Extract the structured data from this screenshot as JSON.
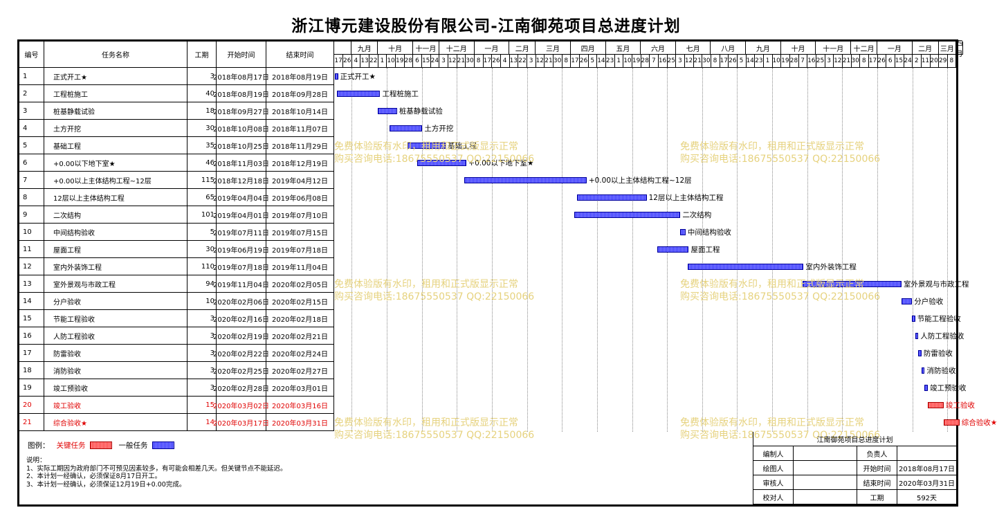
{
  "title": "浙江博元建设股份有限公司-江南御苑项目总进度计划",
  "headers": {
    "num": "编号",
    "name": "任务名称",
    "duration": "工期",
    "start": "开始时间",
    "end": "结束时间"
  },
  "months": [
    "九月",
    "十月",
    "十一月",
    "十二月",
    "一月",
    "二月",
    "三月",
    "四月",
    "五月",
    "六月",
    "七月",
    "八月",
    "九月",
    "十月",
    "十一月",
    "十二月",
    "一月",
    "二月",
    "三月",
    "四月"
  ],
  "days": [
    "17",
    "26",
    "4",
    "13",
    "22",
    "1",
    "10",
    "19",
    "28",
    "6",
    "15",
    "24",
    "3",
    "12",
    "21",
    "30",
    "8",
    "17",
    "26",
    "4",
    "13",
    "22",
    "3",
    "12",
    "21",
    "30",
    "8",
    "17",
    "26",
    "5",
    "14",
    "23",
    "1",
    "10",
    "19",
    "28",
    "7",
    "16",
    "25",
    "3",
    "12",
    "21",
    "30",
    "8",
    "17",
    "26",
    "5",
    "14",
    "23",
    "1",
    "10",
    "19",
    "28",
    "7",
    "16",
    "25",
    "3",
    "12",
    "21",
    "30",
    "8",
    "17",
    "26",
    "6",
    "15",
    "24",
    "2",
    "11",
    "20",
    "29",
    "8"
  ],
  "tasks": [
    {
      "num": "1",
      "name": "正式开工★",
      "duration": "3",
      "start": "2018年08月17日",
      "end": "2018年08月19日",
      "critical": false
    },
    {
      "num": "2",
      "name": "工程桩施工",
      "duration": "40",
      "start": "2018年08月19日",
      "end": "2018年09月28日",
      "critical": false
    },
    {
      "num": "3",
      "name": "桩基静载试验",
      "duration": "18",
      "start": "2018年09月27日",
      "end": "2018年10月14日",
      "critical": false
    },
    {
      "num": "4",
      "name": "土方开挖",
      "duration": "30",
      "start": "2018年10月08日",
      "end": "2018年11月07日",
      "critical": false
    },
    {
      "num": "5",
      "name": "基础工程",
      "duration": "35",
      "start": "2018年10月25日",
      "end": "2018年11月29日",
      "critical": false
    },
    {
      "num": "6",
      "name": "+0.00以下地下室★",
      "duration": "46",
      "start": "2018年11月03日",
      "end": "2018年12月19日",
      "critical": false
    },
    {
      "num": "7",
      "name": "+0.00以上主体结构工程~12层",
      "duration": "115",
      "start": "2018年12月18日",
      "end": "2019年04月12日",
      "critical": false
    },
    {
      "num": "8",
      "name": "12层以上主体结构工程",
      "duration": "65",
      "start": "2019年04月04日",
      "end": "2019年06月08日",
      "critical": false
    },
    {
      "num": "9",
      "name": "二次结构",
      "duration": "101",
      "start": "2019年04月01日",
      "end": "2019年07月10日",
      "critical": false
    },
    {
      "num": "10",
      "name": "中间结构验收",
      "duration": "5",
      "start": "2019年07月11日",
      "end": "2019年07月15日",
      "critical": false
    },
    {
      "num": "11",
      "name": "屋面工程",
      "duration": "30",
      "start": "2019年06月19日",
      "end": "2019年07月18日",
      "critical": false
    },
    {
      "num": "12",
      "name": "室内外装饰工程",
      "duration": "110",
      "start": "2019年07月18日",
      "end": "2019年11月04日",
      "critical": false
    },
    {
      "num": "13",
      "name": "室外景观与市政工程",
      "duration": "94",
      "start": "2019年11月04日",
      "end": "2020年02月05日",
      "critical": false
    },
    {
      "num": "14",
      "name": "分户验收",
      "duration": "10",
      "start": "2020年02月06日",
      "end": "2020年02月15日",
      "critical": false
    },
    {
      "num": "15",
      "name": "节能工程验收",
      "duration": "3",
      "start": "2020年02月16日",
      "end": "2020年02月18日",
      "critical": false
    },
    {
      "num": "16",
      "name": "人防工程验收",
      "duration": "3",
      "start": "2020年02月19日",
      "end": "2020年02月21日",
      "critical": false
    },
    {
      "num": "17",
      "name": "防雷验收",
      "duration": "3",
      "start": "2020年02月22日",
      "end": "2020年02月24日",
      "critical": false
    },
    {
      "num": "18",
      "name": "消防验收",
      "duration": "3",
      "start": "2020年02月25日",
      "end": "2020年02月27日",
      "critical": false
    },
    {
      "num": "19",
      "name": "竣工预验收",
      "duration": "3",
      "start": "2020年02月28日",
      "end": "2020年03月01日",
      "critical": false
    },
    {
      "num": "20",
      "name": "竣工验收",
      "duration": "15",
      "start": "2020年03月02日",
      "end": "2020年03月16日",
      "critical": true
    },
    {
      "num": "21",
      "name": "综合验收★",
      "duration": "14",
      "start": "2020年03月17日",
      "end": "2020年03月31日",
      "critical": true
    }
  ],
  "legend": {
    "label": "图例：",
    "critical": "关键任务",
    "normal": "一般任务"
  },
  "notes": {
    "heading": "说明：",
    "lines": [
      "1、实际工期因为政府部门不可预见因素较多，有可能会相差几天。但关键节点不能延迟。",
      "2、本计划一经确认，必须保证8月17日开工。",
      "3、本计划一经确认，必须保证12月19日+0.00完成。"
    ]
  },
  "watermark": {
    "line1": "免费体验版有水印，租用和正式版显示正常",
    "line2": "购买咨询电话:18675550537 QQ:22150066"
  },
  "titleblock": {
    "plan_title": "江南御苑项目总进度计划",
    "compiler": "编制人",
    "responsible": "负责人",
    "drawer": "绘图人",
    "start_label": "开始时间",
    "start_value": "2018年08月17日",
    "reviewer": "审核人",
    "end_label": "结束时间",
    "end_value": "2020年03月31日",
    "checker": "校对人",
    "duration_label": "工期",
    "duration_value": "592天"
  }
}
